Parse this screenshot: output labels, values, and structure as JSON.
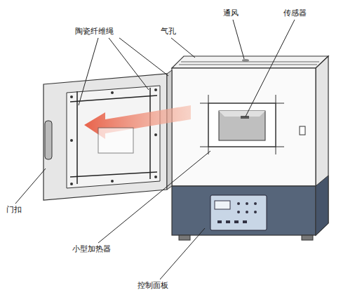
{
  "diagram": {
    "labels": [
      "陶瓷纤维绳",
      "气孔",
      "通风",
      "传感器",
      "门扣",
      "小型加热器",
      "控制面板"
    ]
  }
}
